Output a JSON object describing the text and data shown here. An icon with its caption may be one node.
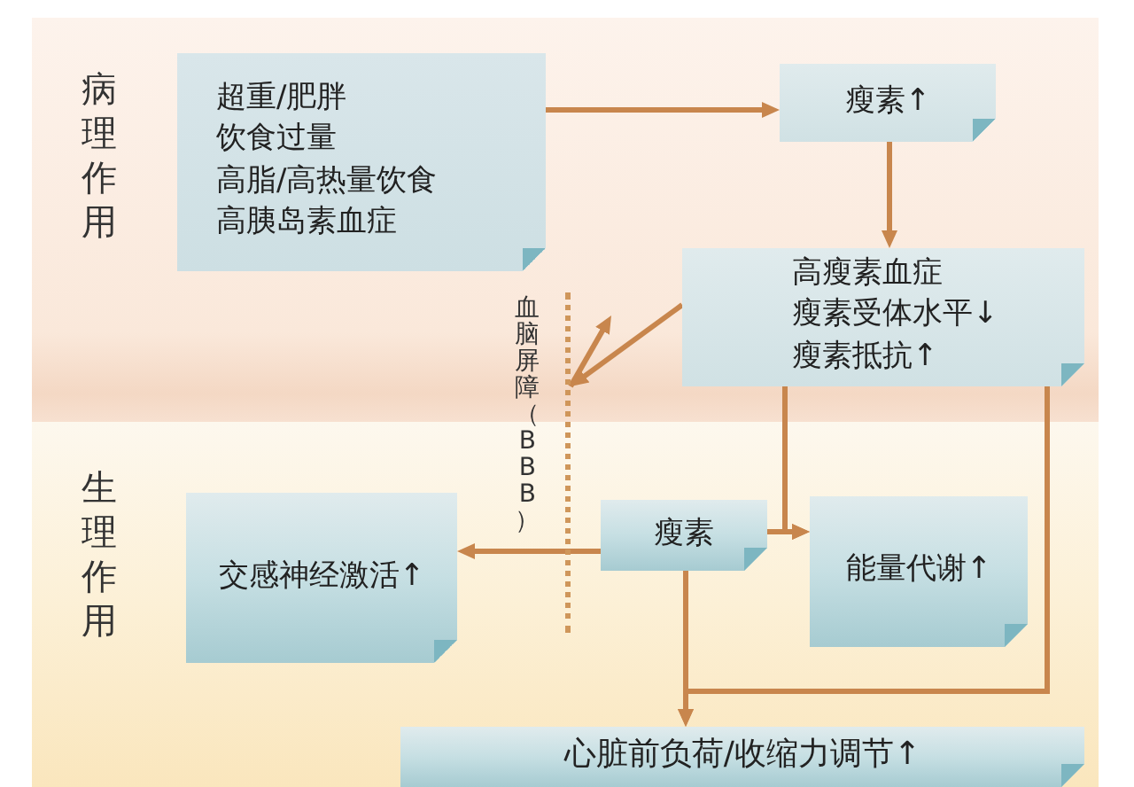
{
  "diagram": {
    "nodes": [
      {
        "text": [
          "病理作用"
        ]
      },
      {
        "text": [
          "超重/肥胖",
          "饮食过量",
          "高脂/高热量饮食",
          "高胰岛素血症"
        ],
        "in": 0
      },
      {
        "text": [
          "瘦素↑"
        ],
        "in": 0
      },
      {
        "text": [
          "高瘦素血症",
          "瘦素受体水平↓",
          "瘦素抵抗↑"
        ],
        "in": 0
      },
      {
        "text": [],
        "shape": "line",
        "beside": [
          "血脑屏障（BBB）"
        ]
      },
      {
        "text": [
          "生理作用"
        ]
      },
      {
        "text": [
          "交感神经激活↑"
        ],
        "in": 5
      },
      {
        "text": [
          "瘦素"
        ],
        "in": 5
      },
      {
        "text": [
          "能量代谢↑"
        ],
        "in": 5
      },
      {
        "text": [
          "心脏前负荷/收缩力调节↑"
        ],
        "in": 5
      }
    ],
    "edges": [
      {
        "from": 1,
        "to": 2,
        "arrow": "to"
      },
      {
        "from": 2,
        "to": 3,
        "arrow": "to"
      },
      {
        "from": 3,
        "to": 4,
        "arrow": "to"
      },
      {
        "from": 4,
        "to": null,
        "arrow": "to"
      },
      {
        "from": 3,
        "to": 8,
        "arrow": "to"
      },
      {
        "from": 3,
        "to": 9,
        "arrow": "to"
      },
      {
        "from": 7,
        "to": 6,
        "arrow": "to"
      },
      {
        "from": 7,
        "to": 8,
        "arrow": "to"
      },
      {
        "from": 7,
        "to": 9,
        "arrow": "to"
      }
    ]
  }
}
